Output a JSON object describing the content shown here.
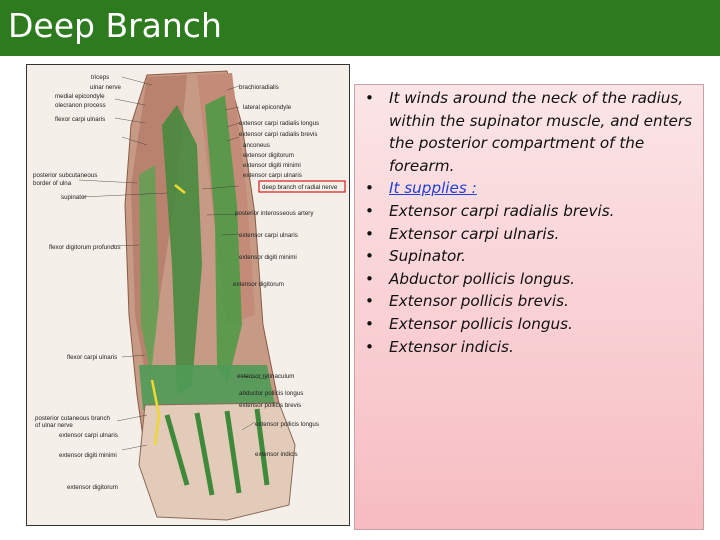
{
  "slide": {
    "title": "Deep Branch",
    "colors": {
      "title_bar": "#2d7a1f",
      "panel": "#f8c9cd",
      "link": "#1f3fd6"
    }
  },
  "figure": {
    "labels_left": [
      "triceps",
      "ulnar nerve",
      "medial epicondyle",
      "olecranon process",
      "flexor carpi ulnaris",
      "posterior subcutaneous",
      "border of ulna",
      "supinator",
      "flexor digitorum profundus",
      "flexor carpi ulnaris",
      "posterior cutaneous branch",
      "of ulnar nerve",
      "extensor carpi ulnaris",
      "extensor digiti minimi",
      "extensor digitorum"
    ],
    "labels_right": [
      "brachioradialis",
      "lateral epicondyle",
      "extensor carpi radialis longus",
      "extensor carpi radialis brevis",
      "anconeus",
      "extensor digitorum",
      "extensor digiti minimi",
      "extensor carpi ulnaris",
      "deep branch of radial nerve",
      "posterior interosseous artery",
      "extensor carpi ulnaris",
      "extensor digiti minimi",
      "extensor digitorum",
      "extensor retinaculum",
      "abductor pollicis longus",
      "extensor pollicis brevis",
      "extensor pollicis longus",
      "extensor indicis"
    ]
  },
  "bullets": [
    "It winds around the neck of the radius, within the supinator muscle, and enters the posterior compartment of the  forearm.",
    "It supplies :",
    "Extensor carpi radialis brevis.",
    "Extensor carpi ulnaris.",
    "Supinator.",
    "Abductor pollicis longus.",
    "Extensor pollicis brevis.",
    "Extensor pollicis longus.",
    "Extensor indicis."
  ],
  "bullet_glyph": "•"
}
